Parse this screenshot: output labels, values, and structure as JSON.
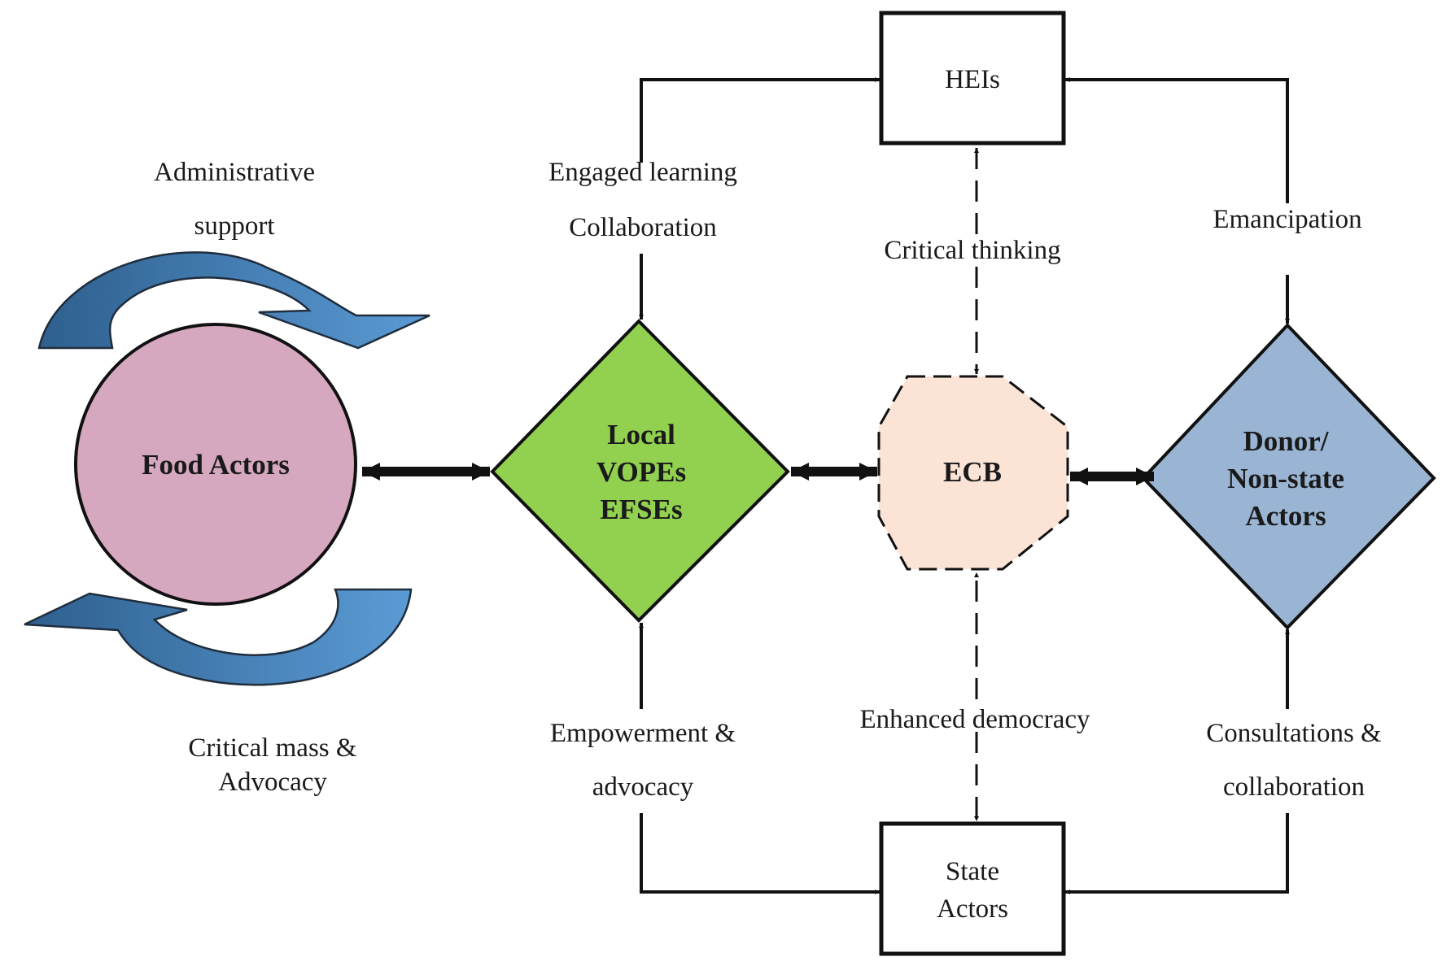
{
  "nodes": {
    "food_actors": {
      "label": "Food Actors",
      "color": "#d6a8bf"
    },
    "local": {
      "lines": [
        "Local",
        "VOPEs",
        "EFSEs"
      ],
      "color": "#92d050"
    },
    "ecb": {
      "label": "ECB",
      "color": "#fbe3d6"
    },
    "donor": {
      "lines": [
        "Donor/",
        "Non-state",
        "Actors"
      ],
      "color": "#9ab5d3"
    },
    "heis": {
      "label": "HEIs"
    },
    "state": {
      "lines": [
        "State",
        "Actors"
      ]
    }
  },
  "labels": {
    "administrative_support": [
      "Administrative",
      "support"
    ],
    "critical_mass": [
      "Critical mass &",
      "Advocacy"
    ],
    "engaged_learning": "Engaged learning",
    "collaboration": "Collaboration",
    "critical_thinking": "Critical thinking",
    "emancipation": "Emancipation",
    "empowerment": [
      "Empowerment &",
      "advocacy"
    ],
    "enhanced_democracy": "Enhanced democracy",
    "consultations": [
      "Consultations &",
      "collaboration"
    ]
  },
  "colors": {
    "cycle_arrow_light": "#5b9bd5",
    "cycle_arrow_dark": "#2e5f8e"
  }
}
